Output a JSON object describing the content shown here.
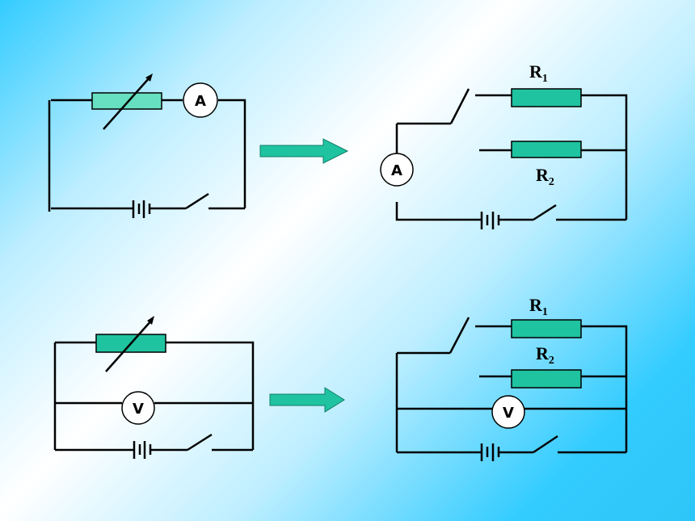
{
  "labels": {
    "r1": "R",
    "r1_sub": "1",
    "r2": "R",
    "r2_sub": "2"
  },
  "meters": {
    "ammeter": "A",
    "voltmeter": "V"
  },
  "colors": {
    "resistor": "#1fc3a0",
    "arrow": "#1fc3a0",
    "wire": "#000000"
  }
}
